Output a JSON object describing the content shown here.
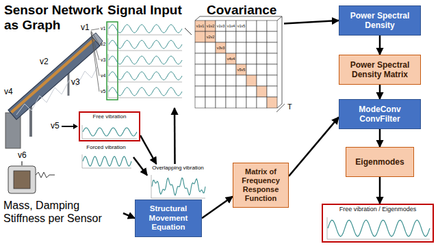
{
  "diagram": {
    "nodes": [
      {
        "text": [
          "Signal Input"
        ]
      },
      {
        "text": [
          "Covariance"
        ]
      },
      {
        "text": [
          "Power Spectral Density"
        ]
      },
      {
        "text": [
          "Free vibration"
        ]
      },
      {
        "text": [
          "Forced vibration"
        ]
      },
      {
        "text": [
          "Overlapping vibration"
        ]
      },
      {
        "text": [
          "Power Spectral Density Matrix"
        ]
      },
      {
        "text": [
          "ModeConv ConvFilter"
        ]
      },
      {
        "text": [
          "Mass, Damping Stiffness per Sensor"
        ]
      },
      {
        "text": [
          "Structural Movement Equation"
        ]
      },
      {
        "text": [
          "Matrix of Frequency Response Function"
        ]
      },
      {
        "text": [
          "Eigenmodes"
        ]
      },
      {
        "text": [
          "Free vibration / Eigenmodes"
        ]
      }
    ],
    "edges": [
      {
        "from": 1,
        "to": 2,
        "arrow": "to"
      },
      {
        "from": 2,
        "to": 6,
        "arrow": "to"
      },
      {
        "from": 6,
        "to": 7,
        "arrow": "to"
      },
      {
        "from": 7,
        "to": 11,
        "arrow": "to"
      },
      {
        "from": 11,
        "to": 12,
        "arrow": "to"
      },
      {
        "from": 3,
        "to": 5,
        "arrow": "to"
      },
      {
        "from": 4,
        "to": 5,
        "arrow": "to"
      },
      {
        "from": 5,
        "to": 0,
        "arrow": "to"
      },
      {
        "from": 8,
        "to": 9,
        "arrow": "to"
      },
      {
        "from": 9,
        "to": 10,
        "arrow": "to"
      },
      {
        "from": 10,
        "to": 7,
        "arrow": "to"
      },
      {
        "from": 0,
        "to": 1,
        "arrow": "none"
      }
    ],
    "labels": [
      "Sensor Network as Graph",
      "v1",
      "v2",
      "v3",
      "v4",
      "v5",
      "v6",
      "v1",
      "v2",
      "v3",
      "v4",
      "v5",
      "v1v1",
      "v1v2",
      "v1v3",
      "v1v4",
      "v1v5",
      "v2v2",
      "v3v3",
      "v4v4",
      "v5v5",
      "T"
    ]
  }
}
